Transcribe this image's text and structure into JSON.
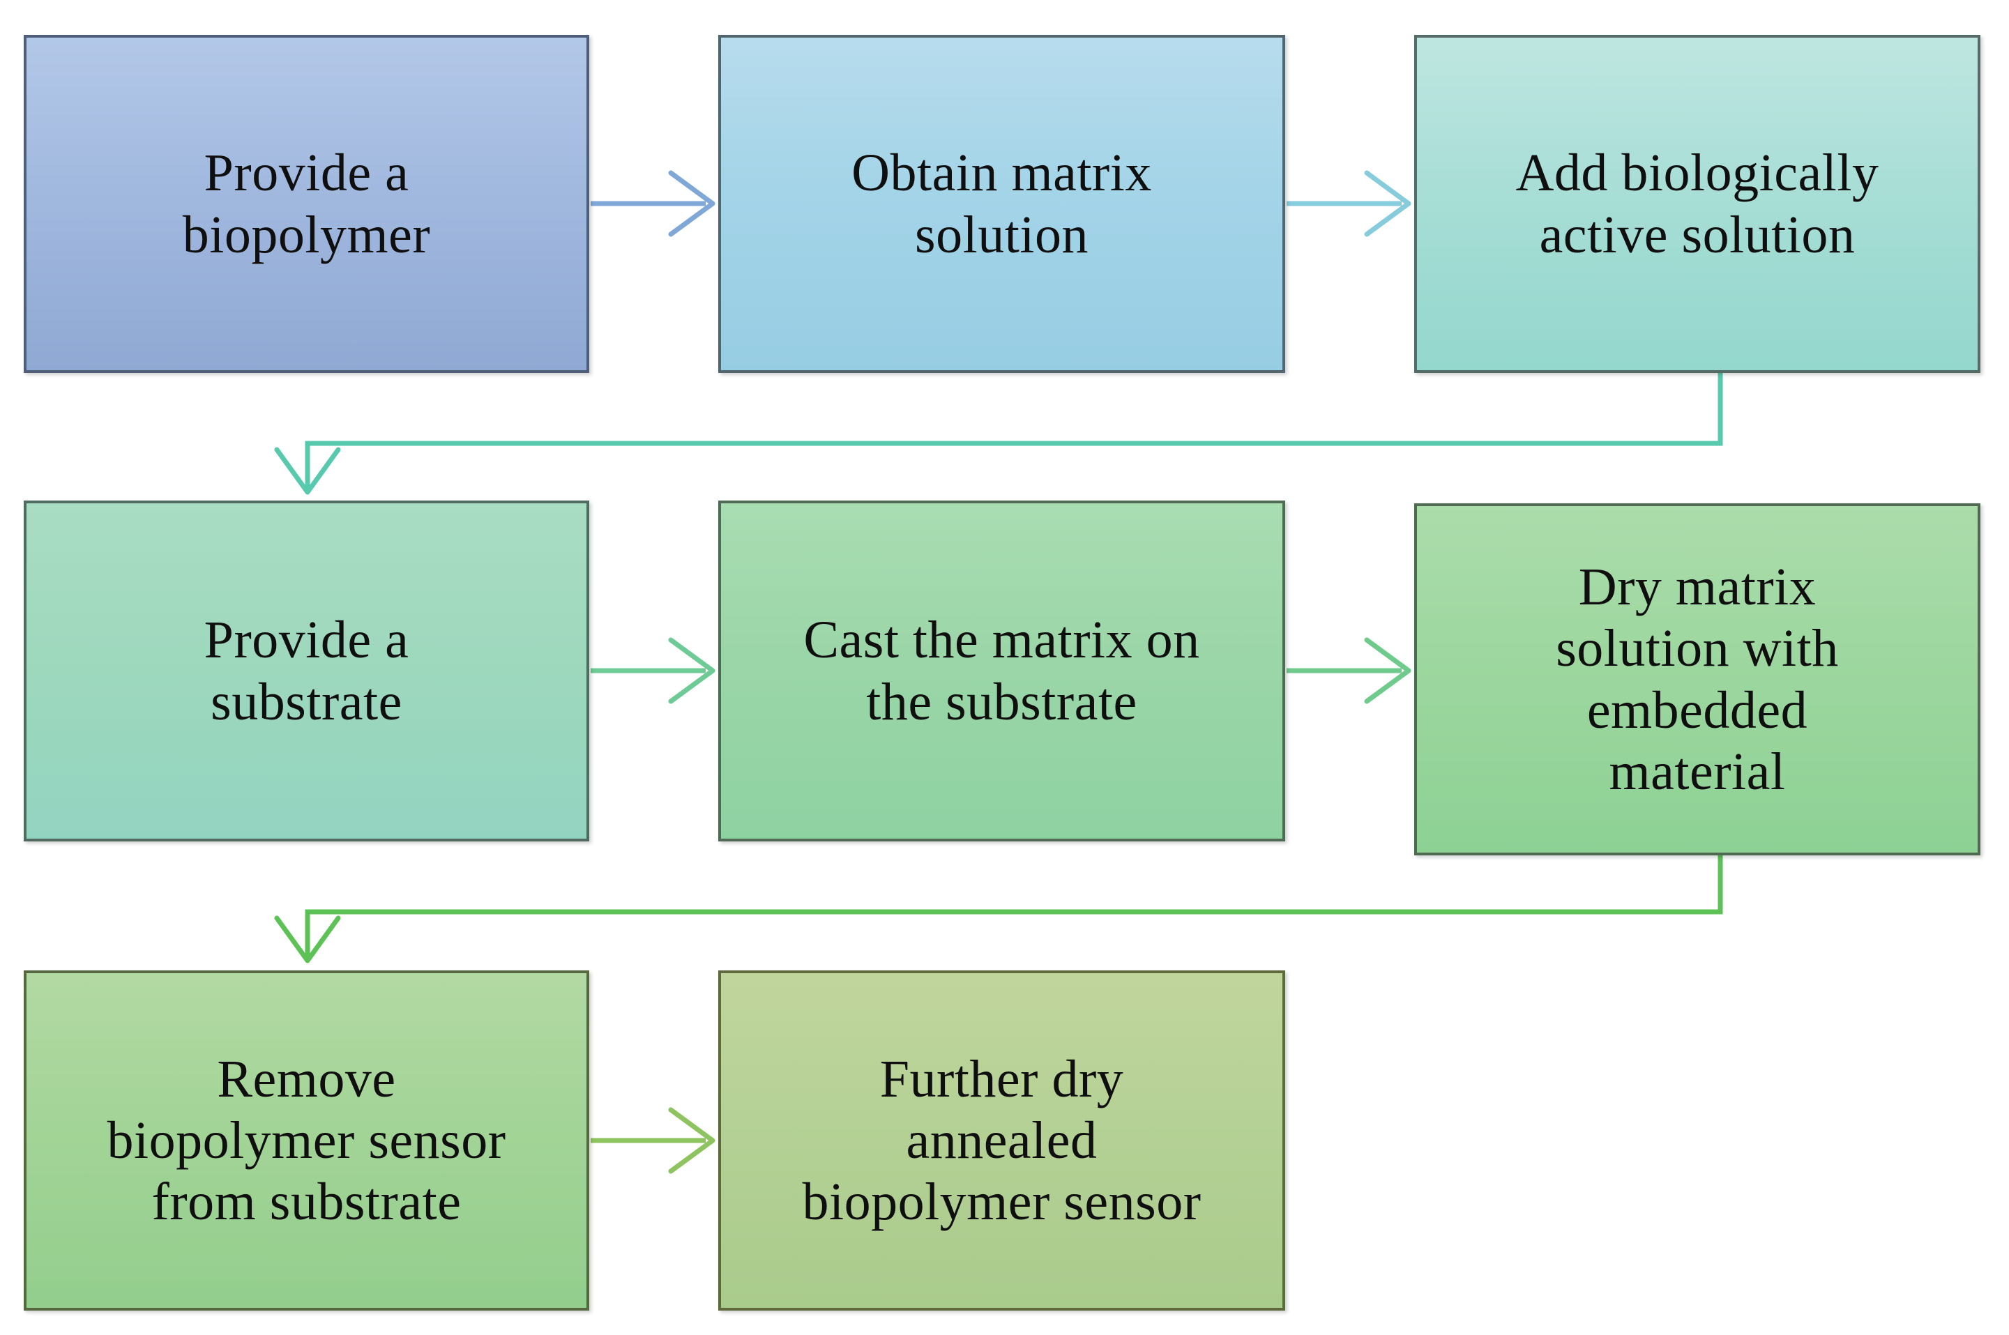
{
  "diagram": {
    "title": "Biopolymer sensor fabrication process flowchart",
    "type": "flowchart",
    "rows": 3,
    "nodes": [
      {
        "id": "n1",
        "label": "Provide a\nbiopolymer",
        "fill": "#a2b9df",
        "border": "#4f5f77",
        "row": 1,
        "col": 1
      },
      {
        "id": "n2",
        "label": "Obtain matrix\nsolution",
        "fill": "#a4d4e8",
        "border": "#53666e",
        "row": 1,
        "col": 2
      },
      {
        "id": "n3",
        "label": "Add  biologically\nactive solution",
        "fill": "#a8ded6",
        "border": "#546b68",
        "row": 1,
        "col": 3
      },
      {
        "id": "n4",
        "label": "Provide a\nsubstrate",
        "fill": "#9ed8bd",
        "border": "#506b5f",
        "row": 2,
        "col": 1
      },
      {
        "id": "n5",
        "label": "Cast the matrix on\nthe substrate",
        "fill": "#9bd6a8",
        "border": "#4f6b56",
        "row": 2,
        "col": 2
      },
      {
        "id": "n6",
        "label": "Dry matrix\nsolution with\nembedded\nmaterial",
        "fill": "#9dd79f",
        "border": "#4e6a50",
        "row": 2,
        "col": 3
      },
      {
        "id": "n7",
        "label": "Remove\nbiopolymer sensor\nfrom substrate",
        "fill": "#a3d497",
        "border": "#55683f",
        "row": 3,
        "col": 1
      },
      {
        "id": "n8",
        "label": "Further  dry\nannealed\nbiopolymer sensor",
        "fill": "#b5d195",
        "border": "#5e6a3d",
        "row": 3,
        "col": 2
      }
    ],
    "connectors": [
      {
        "id": "c1",
        "from": "n1",
        "to": "n2",
        "kind": "straight-arrow",
        "color": "#7fa8d8"
      },
      {
        "id": "c2",
        "from": "n2",
        "to": "n3",
        "kind": "straight-arrow",
        "color": "#86ccdd"
      },
      {
        "id": "c3",
        "from": "n3",
        "to": "n4",
        "kind": "elbow-arrow",
        "color": "#57c9ad"
      },
      {
        "id": "c4",
        "from": "n4",
        "to": "n5",
        "kind": "straight-arrow",
        "color": "#6ecb95"
      },
      {
        "id": "c5",
        "from": "n5",
        "to": "n6",
        "kind": "straight-arrow",
        "color": "#6ecb8c"
      },
      {
        "id": "c6",
        "from": "n6",
        "to": "n7",
        "kind": "elbow-arrow",
        "color": "#5cc255"
      },
      {
        "id": "c7",
        "from": "n7",
        "to": "n8",
        "kind": "straight-arrow",
        "color": "#8ec45f"
      }
    ]
  }
}
